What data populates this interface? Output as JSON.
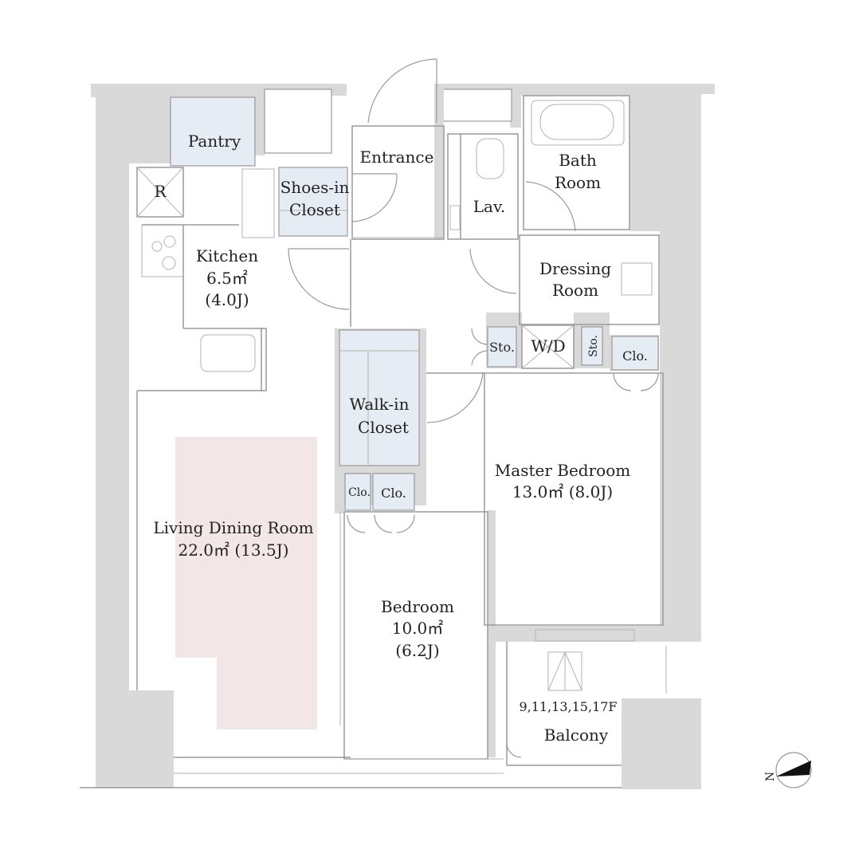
{
  "colors": {
    "wall": "#d9d9d9",
    "closet": "#e6ecf3",
    "rug": "#f3e6e6",
    "line": "#9a9a9a"
  },
  "rooms": {
    "pantry": "Pantry",
    "refrigerator": "R",
    "entrance": "Entrance",
    "shoes_closet": [
      "Shoes-in",
      "Closet"
    ],
    "bath": [
      "Bath",
      "Room"
    ],
    "lavatory": "Lav.",
    "kitchen": [
      "Kitchen",
      "6.5㎡",
      "(4.0J)"
    ],
    "dressing": [
      "Dressing",
      "Room"
    ],
    "storage_1": "Sto.",
    "washer_dryer": "W/D",
    "storage_2": "Sto.",
    "closet_master": "Clo.",
    "walk_in_closet": [
      "Walk-in",
      "Closet"
    ],
    "master_bedroom": [
      "Master Bedroom",
      "13.0㎡  (8.0J)"
    ],
    "closet_small": "Clo.",
    "closet_bedroom": "Clo.",
    "living_dining": [
      "Living Dining Room",
      "22.0㎡  (13.5J)"
    ],
    "bedroom": [
      "Bedroom",
      "10.0㎡",
      "(6.2J)"
    ],
    "floors_note": "9,11,13,15,17F",
    "balcony": "Balcony"
  },
  "compass": {
    "north_label": "N",
    "icon": "compass-icon"
  }
}
